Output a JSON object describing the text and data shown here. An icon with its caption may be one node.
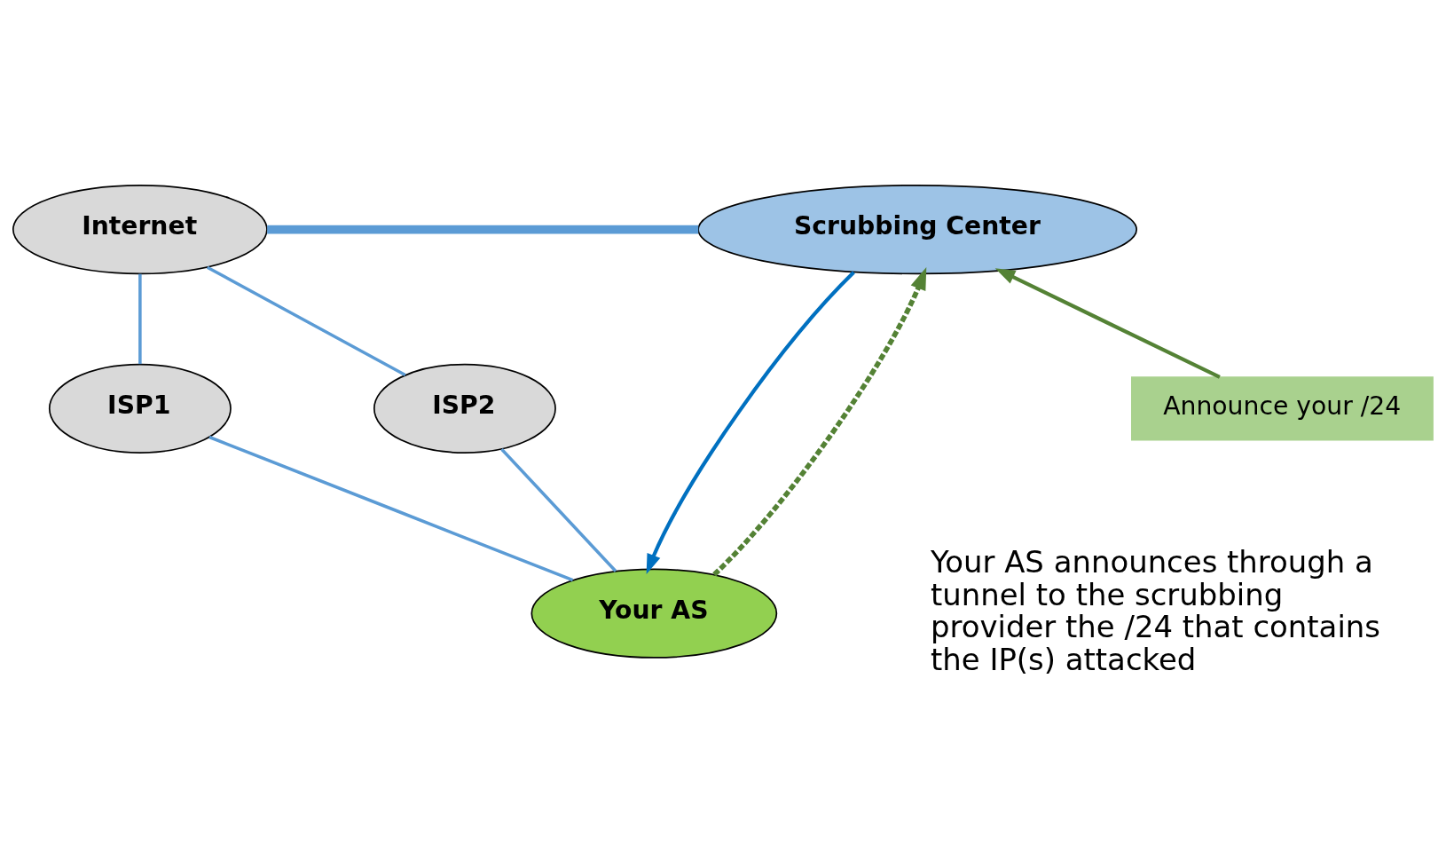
{
  "diagram": {
    "nodes": [
      {
        "text": [
          "Internet"
        ]
      },
      {
        "text": [
          "Scrubbing Center"
        ]
      },
      {
        "text": [
          "ISP1"
        ]
      },
      {
        "text": [
          "ISP2"
        ]
      },
      {
        "text": [
          "Your AS"
        ]
      },
      {
        "text": [
          "Announce your /24"
        ]
      }
    ],
    "edges": [
      {
        "from": 0,
        "to": 1,
        "arrow": "none",
        "style": "thick"
      },
      {
        "from": 0,
        "to": 2,
        "arrow": "none"
      },
      {
        "from": 0,
        "to": 3,
        "arrow": "none"
      },
      {
        "from": 2,
        "to": 4,
        "arrow": "none"
      },
      {
        "from": 3,
        "to": 4,
        "arrow": "none"
      },
      {
        "from": 4,
        "to": 1,
        "arrow": "to",
        "style": "dashed",
        "color": "#548235"
      },
      {
        "from": 1,
        "to": 4,
        "arrow": "to",
        "color": "#0070c0"
      },
      {
        "from": 5,
        "to": 1,
        "arrow": "to",
        "color": "#548235"
      }
    ],
    "labels": [
      "Your AS announces through a tunnel to the scrubbing provider the /24 that contains the IP(s) attacked"
    ]
  }
}
